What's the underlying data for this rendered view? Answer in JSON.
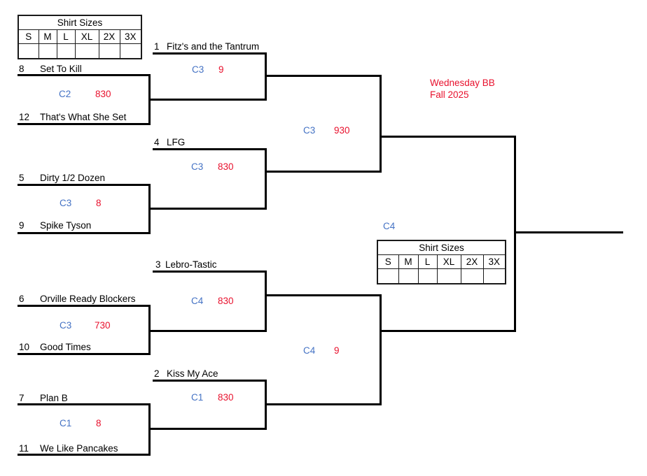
{
  "event": {
    "league": "Wednesday BB",
    "season": "Fall 2025"
  },
  "shirt_table": {
    "title": "Shirt Sizes",
    "sizes": [
      "S",
      "M",
      "L",
      "XL",
      "2X",
      "3X"
    ]
  },
  "teams": [
    {
      "seed": "1",
      "name": "Fitz's and the Tantrum"
    },
    {
      "seed": "8",
      "name": "Set To Kill"
    },
    {
      "seed": "12",
      "name": "That's What She Set"
    },
    {
      "seed": "4",
      "name": "LFG"
    },
    {
      "seed": "5",
      "name": "Dirty 1/2 Dozen"
    },
    {
      "seed": "9",
      "name": "Spike Tyson"
    },
    {
      "seed": "3",
      "name": "Lebro-Tastic"
    },
    {
      "seed": "6",
      "name": "Orville Ready Blockers"
    },
    {
      "seed": "10",
      "name": "Good Times"
    },
    {
      "seed": "2",
      "name": "Kiss My Ace"
    },
    {
      "seed": "7",
      "name": "Plan B"
    },
    {
      "seed": "11",
      "name": "We Like Pancakes"
    }
  ],
  "games": [
    {
      "court": "C2",
      "time": "830"
    },
    {
      "court": "C3",
      "time": "9"
    },
    {
      "court": "C3",
      "time": "830"
    },
    {
      "court": "C3",
      "time": "930"
    },
    {
      "court": "C3",
      "time": "8"
    },
    {
      "court": "C4",
      "time": "830"
    },
    {
      "court": "C3",
      "time": "730"
    },
    {
      "court": "C4",
      "time": "9"
    },
    {
      "court": "C1",
      "time": "830"
    },
    {
      "court": "C1",
      "time": "8"
    }
  ],
  "final": {
    "court": "C4"
  },
  "colors": {
    "court_blue": "#4472C4",
    "score_red": "#E8112D",
    "line_black": "#000000"
  }
}
